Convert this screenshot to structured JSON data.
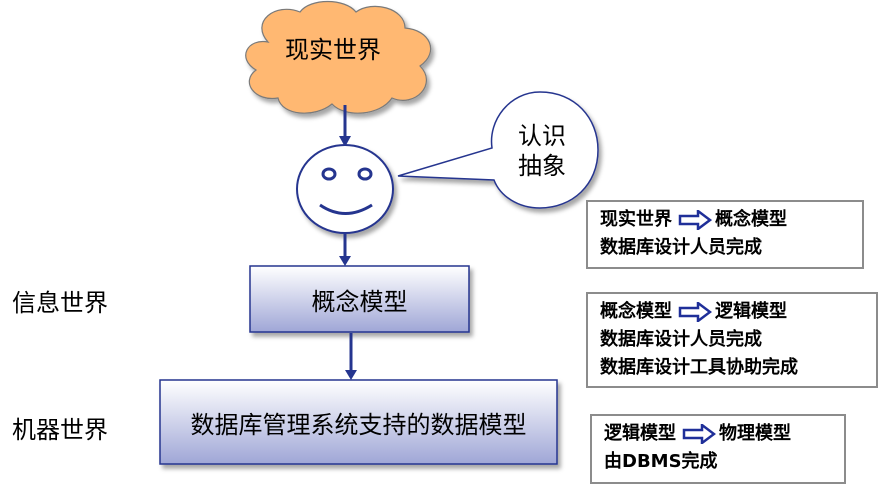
{
  "nodes": {
    "real_world": "现实世界",
    "recognition_line1": "认识",
    "recognition_line2": "抽象",
    "concept_model": "概念模型",
    "dbms_model": "数据库管理系统支持的数据模型"
  },
  "levels": {
    "info_world": "信息世界",
    "machine_world": "机器世界"
  },
  "notes": {
    "note1": {
      "from": "现实世界",
      "to": "概念模型",
      "line2": "数据库设计人员完成"
    },
    "note2": {
      "from": "概念模型",
      "to": "逻辑模型",
      "line2": "数据库设计人员完成",
      "line3": "数据库设计工具协助完成"
    },
    "note3": {
      "from": "逻辑模型",
      "to": "物理模型",
      "line2": "由DBMS完成"
    }
  },
  "colors": {
    "cloud_fill": "#ffb872",
    "cloud_stroke": "#7a7a7a",
    "face_fill": "#ffffff",
    "face_stroke": "#25358f",
    "arrow": "#25358f",
    "box_top": "#ffffff",
    "box_bottom": "#9fa6d6",
    "box_stroke": "#25358f",
    "note_arrow": "#1f2f99"
  }
}
